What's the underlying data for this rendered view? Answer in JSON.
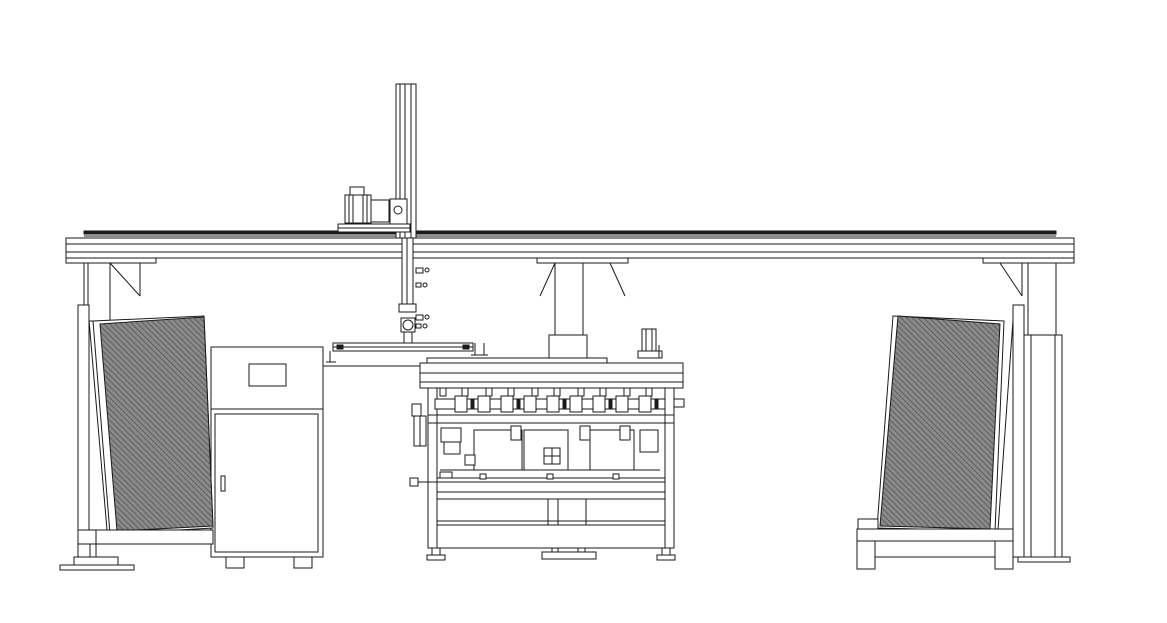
{
  "drawing": {
    "type": "mechanical elevation line drawing",
    "colors": {
      "line": "#1a1a1a",
      "background": "#ffffff",
      "stack_hatch": "#6e6e6e"
    },
    "components": [
      "gantry-beam",
      "gantry-leg-left",
      "gantry-leg-center",
      "gantry-leg-right",
      "vertical-z-axis",
      "servo-motor",
      "gripper-arm",
      "electrical-cabinet",
      "processing-machine",
      "material-rack-left",
      "material-rack-right"
    ]
  }
}
